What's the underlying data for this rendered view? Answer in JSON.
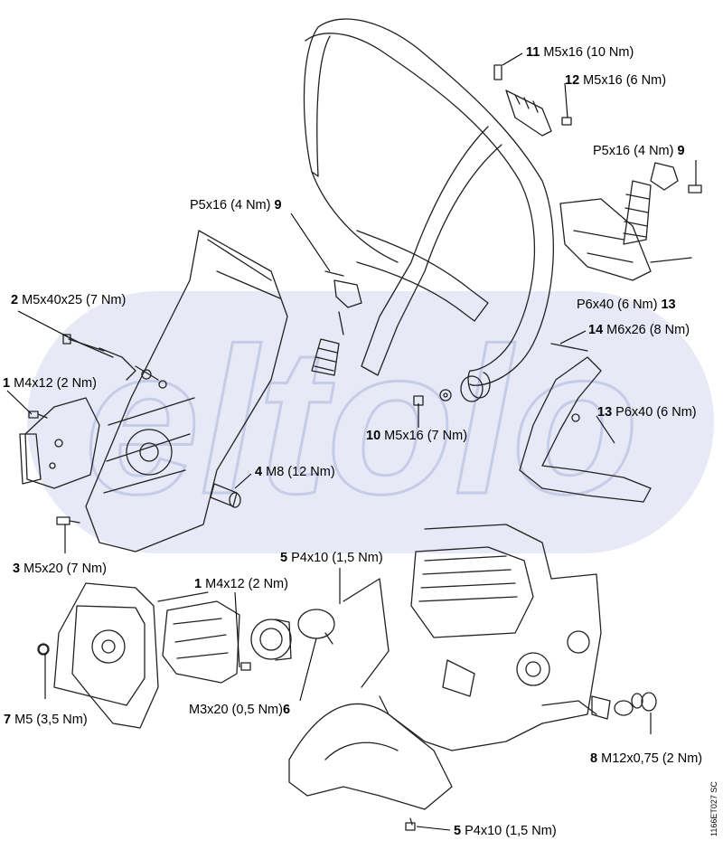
{
  "watermark": {
    "text": "eltolo",
    "color": "#c8cde8"
  },
  "line_color": "#222222",
  "callouts": [
    {
      "num": "11",
      "spec": "M5x16 (10 Nm)"
    },
    {
      "num": "12",
      "spec": "M5x16 (6 Nm)"
    },
    {
      "num": "9",
      "spec": "P5x16 (4 Nm)"
    },
    {
      "num": "9",
      "spec": "P5x16 (4 Nm)"
    },
    {
      "num": "2",
      "spec": "M5x40x25 (7 Nm)"
    },
    {
      "num": "13",
      "spec": "P6x40 (6 Nm)"
    },
    {
      "num": "14",
      "spec": "M6x26 (8 Nm)"
    },
    {
      "num": "1",
      "spec": "M4x12 (2 Nm)"
    },
    {
      "num": "13",
      "spec": "P6x40 (6 Nm)"
    },
    {
      "num": "10",
      "spec": "M5x16 (7 Nm)"
    },
    {
      "num": "4",
      "spec": "M8 (12 Nm)"
    },
    {
      "num": "3",
      "spec": "M5x20 (7 Nm)"
    },
    {
      "num": "5",
      "spec": "P4x10 (1,5 Nm)"
    },
    {
      "num": "1",
      "spec": "M4x12 (2 Nm)"
    },
    {
      "num": "7",
      "spec": "M5 (3,5 Nm)"
    },
    {
      "num": "6",
      "spec": "M3x20 (0,5 Nm)"
    },
    {
      "num": "8",
      "spec": "M12x0,75 (2 Nm)"
    },
    {
      "num": "5",
      "spec": "P4x10 (1,5 Nm)"
    }
  ],
  "drawing_code": "1166ET027 SC"
}
